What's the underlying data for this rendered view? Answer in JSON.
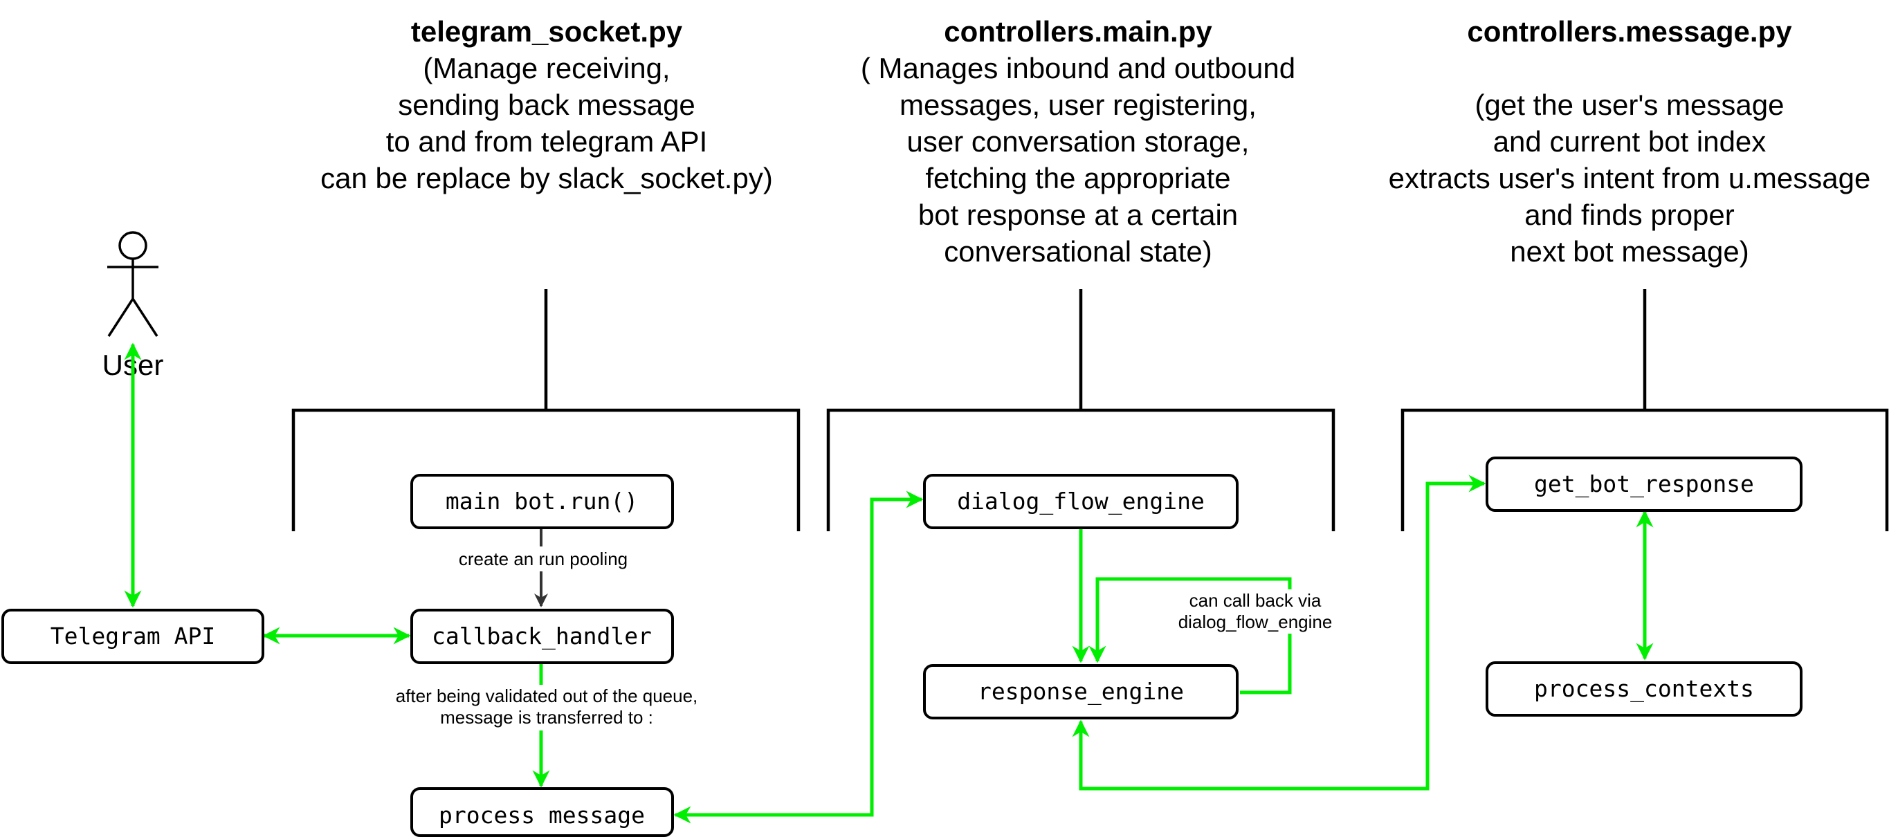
{
  "colors": {
    "flow": "#00ee00",
    "stroke": "#000000",
    "pool_arrow": "#333333"
  },
  "modules": [
    {
      "title": "telegram_socket.py",
      "lines": [
        "(Manage receiving,",
        "sending back message",
        "to and from telegram API",
        "can be replace by slack_socket.py)"
      ]
    },
    {
      "title": "controllers.main.py",
      "lines": [
        "( Manages inbound and outbound",
        "messages, user registering,",
        "user conversation storage,",
        "fetching the appropriate",
        "bot response at a certain",
        "conversational state)"
      ]
    },
    {
      "title": "controllers.message.py",
      "lines": [
        "",
        "(get the user's message",
        "and current bot index",
        "extracts user's intent from u.message",
        "and finds proper",
        "next bot message)"
      ]
    }
  ],
  "actor": {
    "label": "User",
    "icon": "person-icon"
  },
  "boxes": {
    "telegram_api": "Telegram API",
    "main_bot_run": "main bot.run()",
    "callback_handler": "callback_handler",
    "process_message": "process message",
    "dialog_flow_engine": "dialog_flow_engine",
    "response_engine": "response_engine",
    "get_bot_response": "get_bot_response",
    "process_contexts": "process_contexts"
  },
  "edge_labels": {
    "run_pooling": "create an run pooling",
    "validated": [
      "after being validated out of the queue,",
      "message is transferred to :"
    ],
    "callback": [
      "can call back via",
      "dialog_flow_engine"
    ]
  }
}
